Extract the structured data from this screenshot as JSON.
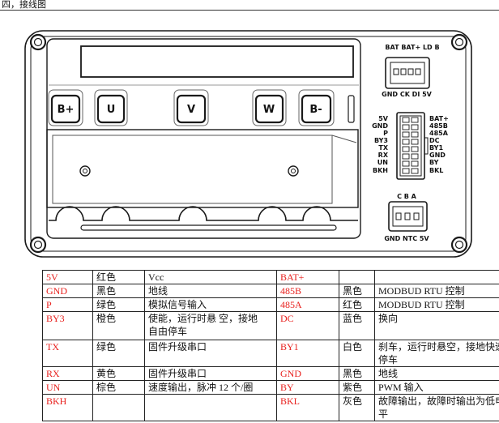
{
  "heading": "四，接线图",
  "diagram": {
    "terminals": {
      "b_plus": "B+",
      "u": "U",
      "v": "V",
      "w": "W",
      "b_minus": "B-"
    },
    "connector_top": {
      "top_label": "BAT BAT+ LD B",
      "bottom_label": "GND CK DI 5V"
    },
    "connector_mid": {
      "left": [
        "5V",
        "GND",
        "P",
        "BY3",
        "TX",
        "RX",
        "UN",
        "BKH"
      ],
      "right": [
        "BAT+",
        "485B",
        "485A",
        "DC",
        "BY1",
        "GND",
        "BY",
        "BKL"
      ]
    },
    "connector_bottom": {
      "top_label": "C B A",
      "bottom_label": "GND NTC 5V"
    }
  },
  "table": {
    "rows": [
      {
        "pin1": "5V",
        "color1": "红色",
        "desc1": "Vcc",
        "pin2": "BAT+"
      },
      {
        "pin1": "GND",
        "color1": "黑色",
        "desc1": "地线",
        "pin2": "485B",
        "color2": "黑色",
        "desc2": "MODBUD RTU 控制"
      },
      {
        "pin1": "P",
        "color1": "绿色",
        "desc1": "模拟信号输入",
        "pin2": "485A",
        "color2": "红色",
        "desc2": "MODBUD RTU 控制"
      },
      {
        "pin1": "BY3",
        "color1": "橙色",
        "desc1": "使能，运行时悬 空，接地自由停车",
        "pin2": "DC",
        "color2": "蓝色",
        "desc2": "换向"
      },
      {
        "pin1": "TX",
        "color1": "绿色",
        "desc1": "固件升级串口",
        "pin2": "BY1",
        "color2": "白色",
        "desc2": "刹车，运行时悬空，接地快速停车"
      },
      {
        "pin1": "RX",
        "color1": "黄色",
        "desc1": "固件升级串口",
        "pin2": "GND",
        "color2": "黑色",
        "desc2": "地线"
      },
      {
        "pin1": "UN",
        "color1": "棕色",
        "desc1": "速度输出，脉冲 12 个/圈",
        "pin2": "BY",
        "color2": "紫色",
        "desc2": "PWM 输入"
      },
      {
        "pin1": "BKH",
        "pin2": "BKL",
        "color2": "灰色",
        "desc2": "故障输出，故障时输出为低电平"
      }
    ]
  },
  "colors": {
    "pin_text": "#e8211e",
    "line": "#1a1a1a"
  }
}
